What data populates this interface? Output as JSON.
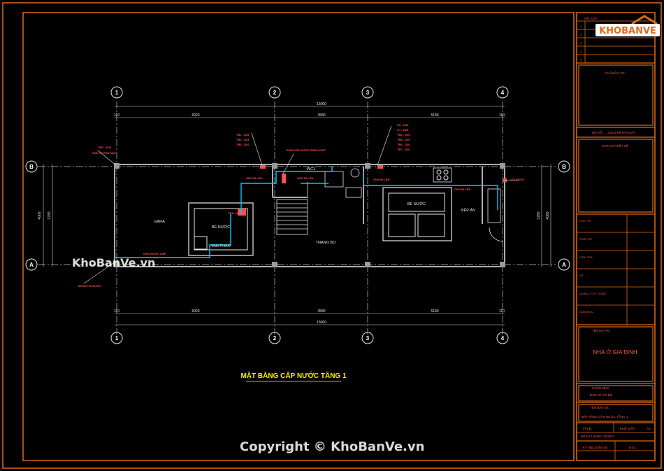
{
  "colors": {
    "frame": "#e06a1a",
    "grid": "#cfcfcf",
    "pipe": "#00c8ff",
    "text_red": "#ff5050",
    "title_yellow": "#f5f000",
    "wall": "#e8e8e8"
  },
  "axes": {
    "columns": [
      "1",
      "2",
      "3",
      "4"
    ],
    "rows": [
      "B",
      "A"
    ]
  },
  "dimensions": {
    "overall": "15000",
    "left_end": "110",
    "right_end": "110",
    "spans": [
      "6020",
      "3580",
      "5180"
    ],
    "height_outer": "4000",
    "height_inner": "3780"
  },
  "rooms": {
    "garage": "GARA",
    "wc": "WC1",
    "stair": "THANG BO",
    "kitchen": "BẾP ĂN"
  },
  "labels": {
    "tank": "BỂ NƯỚC",
    "tank_right": "BỂ NƯỚC",
    "pump": "BƠM CẤP NƯỚC SINH HOẠT",
    "valve": "VAN PHAO",
    "water_meter": "ĐỒNG HỒ NƯỚC",
    "faucet": "VÒI NƯỚC",
    "from_city": "ỐNG NƯỚC CẤP",
    "pipe_left": "TBD - D40",
    "pipe_left2": "ỐNG XUYÊN SÀN",
    "pipe_a": "TB1 - D25",
    "pipe_b": "TB2 - D25",
    "pipe_c": "TB3 - D20",
    "pipe_d": "CX - D32",
    "pipe_e": "CT - D25",
    "pipe_f": "TB4 - D25",
    "pipe_g": "TB5 - D25",
    "pipe_h": "TB6 - D20",
    "pipe_i": "TB7 - D20",
    "up1": "ỐNG ĐI LÊN",
    "up2": "ỐNG ĐI LÊN",
    "up3": "ỐNG ĐI LÊN",
    "up4": "ỐNG ĐI LÊN",
    "d_label": "D32 - ỐNG NƯỚC CẤP"
  },
  "drawing_title": "MẶT BẰNG CẤP NƯỚC TẦNG 1",
  "title_block": {
    "revision_header": "HỒI SỬA",
    "revision_rows": [
      "1",
      "2",
      "3",
      "4",
      "5"
    ],
    "owner_label": "CHỦ ĐẦU TƯ:",
    "contract_line": "HĐ SỐ ....../2021/HĐTK NGÀY",
    "designer_label": "ĐƠN VỊ THIẾT KẾ",
    "staff_rows": [
      "CHỦ TRÌ",
      "THIẾT KẾ",
      "KIỂM TRA",
      "VẼ",
      "QUẢN LÝ KỸ THUẬT",
      "GIÁM ĐỐC"
    ],
    "project_label": "TÊN DỰ ÁN:",
    "project_name": "NHÀ Ở GIA ĐÌNH",
    "category_label": "HẠNG MỤC:",
    "category_value": "BẢN VẼ SƠ BỘ",
    "sheet_name_label": "TÊN BẢN VẼ:",
    "sheet_name_value": "MẶT BẰNG CẤP NƯỚC TẦNG 1",
    "scale_label": "TỶ LỆ:",
    "paper_label": "KHỔ GIẤY:",
    "paper_value": "A3",
    "date_line": "HOÀN THÀNH: 10/2021",
    "sheet_no_label": "KÝ HIỆU BẢN VẼ:",
    "sheet_no_value": "N-01"
  },
  "watermark": {
    "logo_text": "KHOBANVE",
    "side_text": "KhoBanVe.vn",
    "copyright": "Copyright © KhoBanVe.vn"
  }
}
